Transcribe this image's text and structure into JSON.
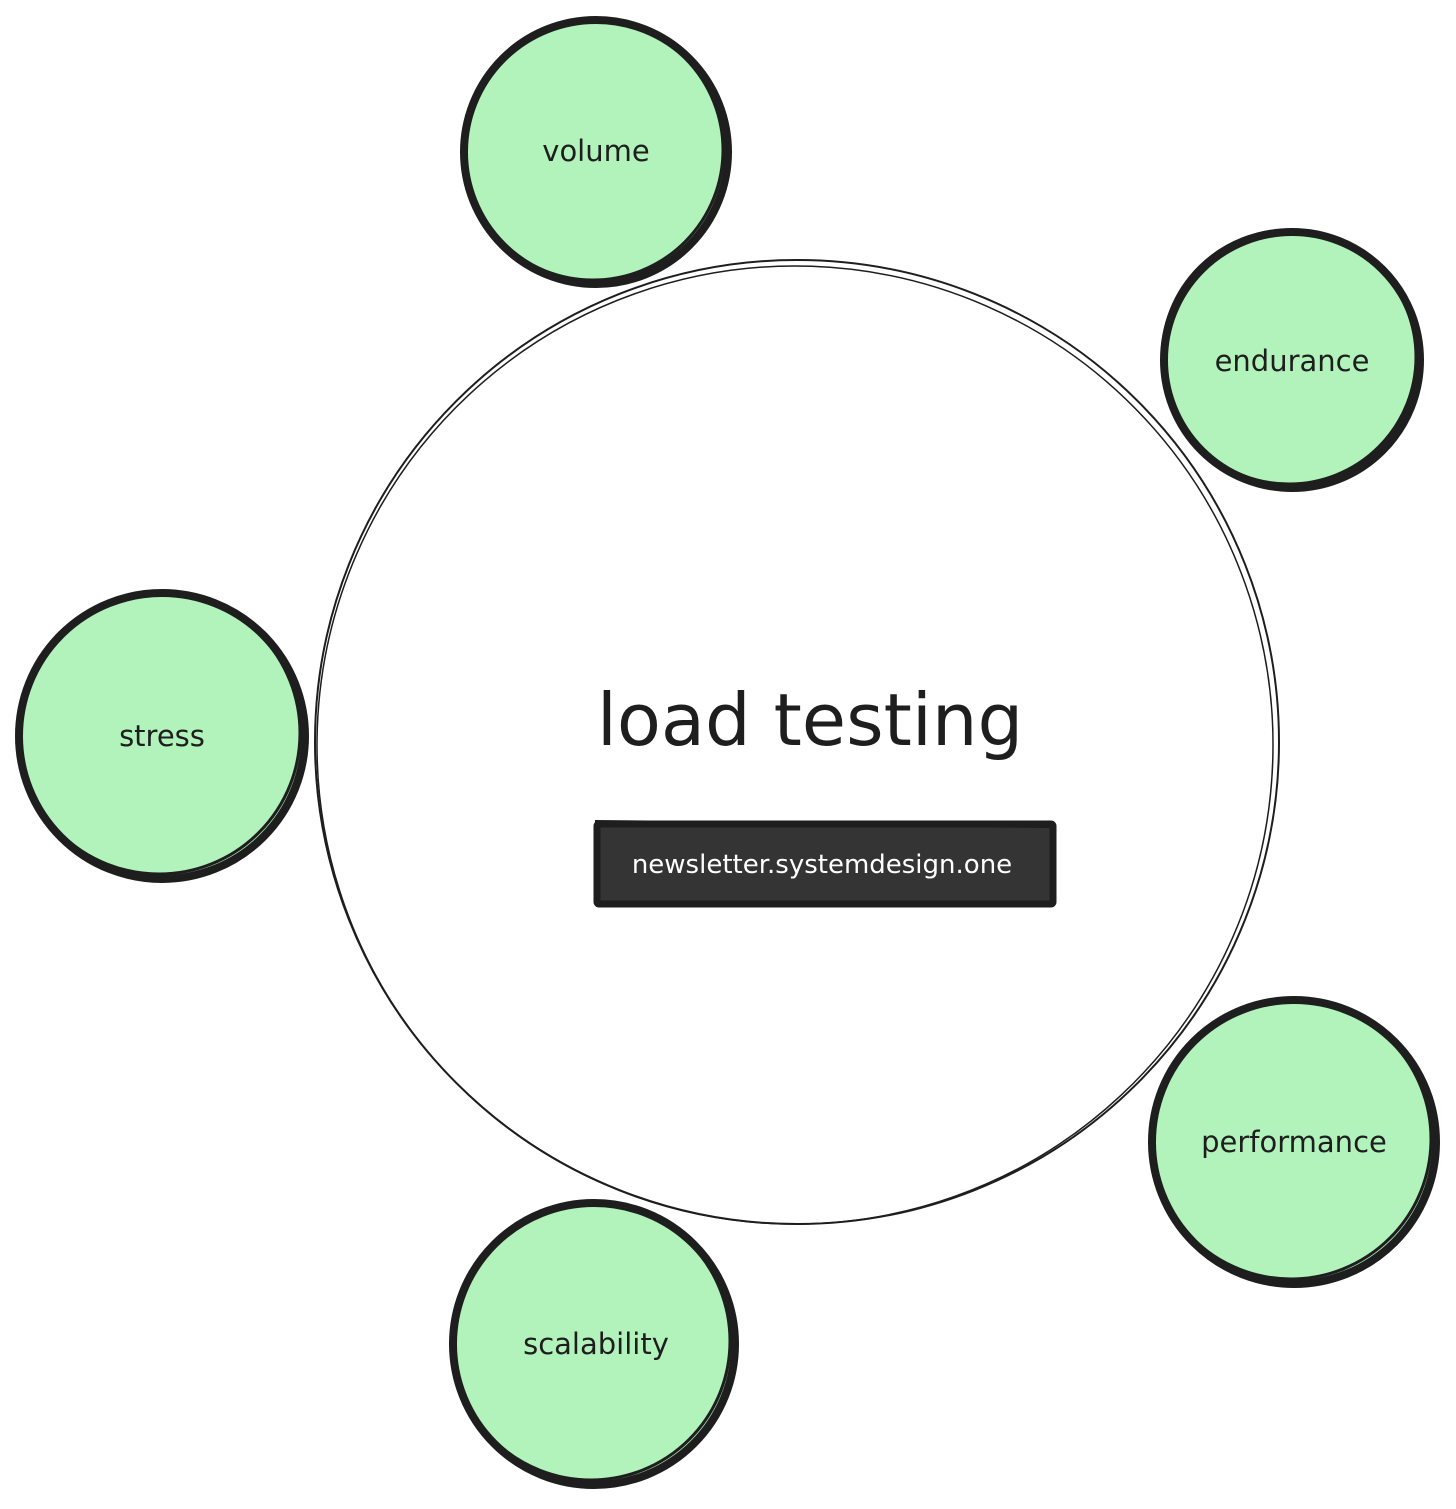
{
  "diagram": {
    "center": {
      "title": "load testing",
      "badge": "newsletter.systemdesign.one"
    },
    "nodes": [
      {
        "label": "volume"
      },
      {
        "label": "endurance"
      },
      {
        "label": "stress"
      },
      {
        "label": "performance"
      },
      {
        "label": "scalability"
      }
    ]
  },
  "colors": {
    "node_fill": "#b2f2bb",
    "stroke": "#1e1e1e",
    "badge_fill": "#343434",
    "badge_text": "#ffffff",
    "background": "#ffffff"
  }
}
